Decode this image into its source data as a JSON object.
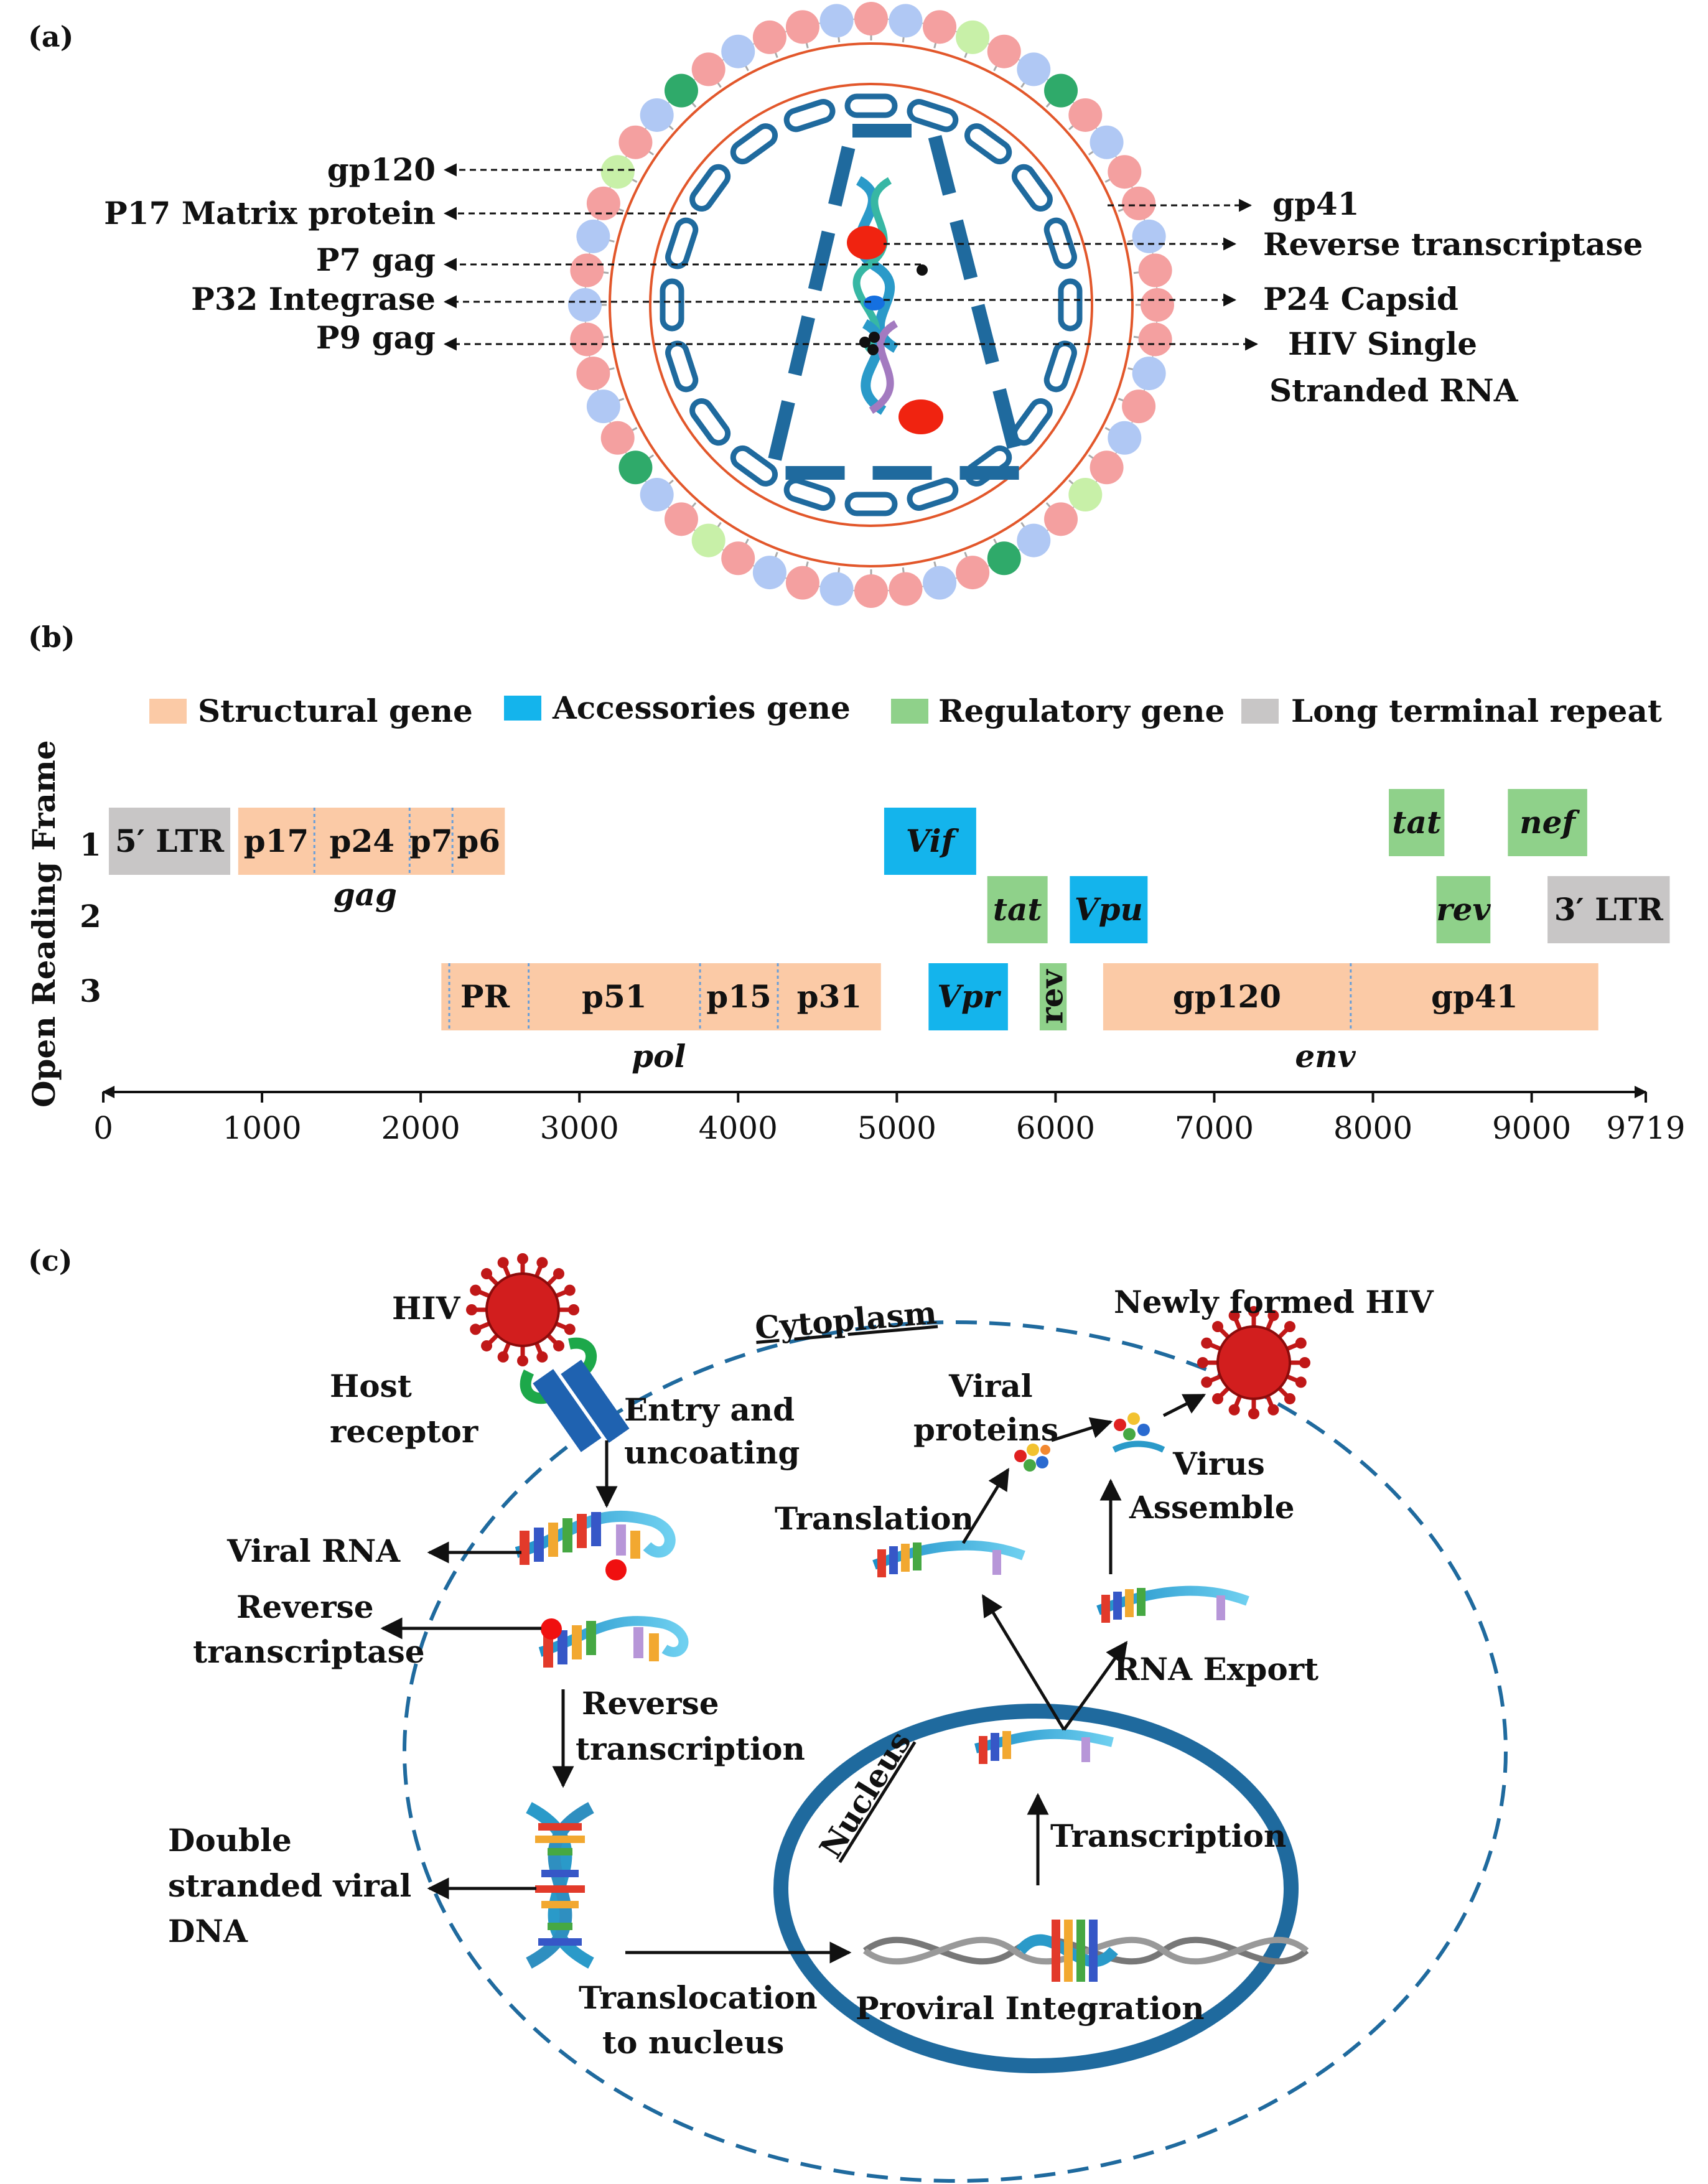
{
  "panels": {
    "a": "(a)",
    "b": "(b)",
    "c": "(c)"
  },
  "panel_a": {
    "left_labels": [
      "gp120",
      "P17 Matrix protein",
      "P7 gag",
      "P32 Integrase",
      "P9 gag"
    ],
    "right_labels": [
      "gp41",
      "Reverse transcriptase",
      "P24 Capsid",
      "HIV Single",
      "Stranded RNA"
    ]
  },
  "panel_b": {
    "legend": [
      {
        "label": "Structural gene",
        "color": "#fbcaa6"
      },
      {
        "label": "Accessories gene",
        "color": "#14b4ec"
      },
      {
        "label": "Regulatory gene",
        "color": "#8fd18a"
      },
      {
        "label": "Long terminal repeat",
        "color": "#c8c6c6"
      }
    ],
    "y_axis_label": "Open Reading Frame",
    "frames": [
      "1",
      "2",
      "3"
    ],
    "genes": [
      {
        "label": "5′ LTR",
        "start": 35,
        "end": 800,
        "frame": 1,
        "type": "ltr",
        "italic": false
      },
      {
        "label": "p17",
        "start": 850,
        "end": 1330,
        "frame": 1,
        "type": "structural",
        "italic": false
      },
      {
        "label": "p24",
        "start": 1330,
        "end": 1930,
        "frame": 1,
        "type": "structural",
        "italic": false
      },
      {
        "label": "p7",
        "start": 1930,
        "end": 2200,
        "frame": 1,
        "type": "structural",
        "italic": false
      },
      {
        "label": "p6",
        "start": 2200,
        "end": 2530,
        "frame": 1,
        "type": "structural",
        "italic": false
      },
      {
        "label": "Vif",
        "start": 4920,
        "end": 5500,
        "frame": 1,
        "type": "accessory",
        "italic": true
      },
      {
        "label": "tat",
        "start": 8100,
        "end": 8450,
        "frame": 1,
        "type": "regulatory",
        "italic": true
      },
      {
        "label": "nef",
        "start": 8850,
        "end": 9350,
        "frame": 1,
        "type": "regulatory",
        "italic": true
      },
      {
        "label": "tat",
        "start": 5570,
        "end": 5950,
        "frame": 2,
        "type": "regulatory",
        "italic": true
      },
      {
        "label": "Vpu",
        "start": 6090,
        "end": 6580,
        "frame": 2,
        "type": "accessory",
        "italic": true
      },
      {
        "label": "rev",
        "start": 8400,
        "end": 8740,
        "frame": 2,
        "type": "regulatory",
        "italic": true
      },
      {
        "label": "3′ LTR",
        "start": 9100,
        "end": 9870,
        "frame": 2,
        "type": "ltr",
        "italic": false
      },
      {
        "label": "PR",
        "start": 2130,
        "end": 2680,
        "frame": 3,
        "type": "structural",
        "italic": false
      },
      {
        "label": "p51",
        "start": 2680,
        "end": 3760,
        "frame": 3,
        "type": "structural",
        "italic": false
      },
      {
        "label": "p15",
        "start": 3760,
        "end": 4250,
        "frame": 3,
        "type": "structural",
        "italic": false
      },
      {
        "label": "p31",
        "start": 4250,
        "end": 4900,
        "frame": 3,
        "type": "structural",
        "italic": false
      },
      {
        "label": "Vpr",
        "start": 5200,
        "end": 5700,
        "frame": 3,
        "type": "accessory",
        "italic": true
      },
      {
        "label": "rev",
        "start": 5900,
        "end": 6070,
        "frame": 3,
        "type": "regulatory",
        "italic": false
      },
      {
        "label": "gp120",
        "start": 6300,
        "end": 7860,
        "frame": 3,
        "type": "structural",
        "italic": false
      },
      {
        "label": "gp41",
        "start": 7860,
        "end": 9420,
        "frame": 3,
        "type": "structural",
        "italic": false
      }
    ],
    "group_labels": [
      {
        "label": "gag",
        "at": 1650,
        "frame": 1
      },
      {
        "label": "pol",
        "at": 3500,
        "frame": 3
      },
      {
        "label": "env",
        "at": 7700,
        "frame": 3
      }
    ],
    "ticks": [
      "0",
      "1000",
      "2000",
      "3000",
      "4000",
      "5000",
      "6000",
      "7000",
      "8000",
      "9000",
      "9719"
    ],
    "axis_max": 9719
  },
  "panel_c": {
    "hiv": "HIV",
    "host_receptor": [
      "Host",
      "receptor"
    ],
    "entry": [
      "Entry and",
      "uncoating"
    ],
    "viral_rna": "Viral RNA",
    "reverse_transcriptase": [
      "Reverse",
      "transcriptase"
    ],
    "reverse_transcription": [
      "Reverse",
      "transcription"
    ],
    "dsdna": [
      "Double",
      "stranded viral",
      "DNA"
    ],
    "translocation": [
      "Translocation",
      "to nucleus"
    ],
    "nucleus": "Nucleus",
    "cytoplasm": "Cytoplasm",
    "proviral": "Proviral Integration",
    "transcription": "Transcription",
    "rna_export": "RNA Export",
    "translation": "Translation",
    "viral_proteins": [
      "Viral",
      "proteins"
    ],
    "virus_assemble": [
      "Virus",
      "Assemble"
    ],
    "newly_formed": "Newly formed HIV"
  }
}
